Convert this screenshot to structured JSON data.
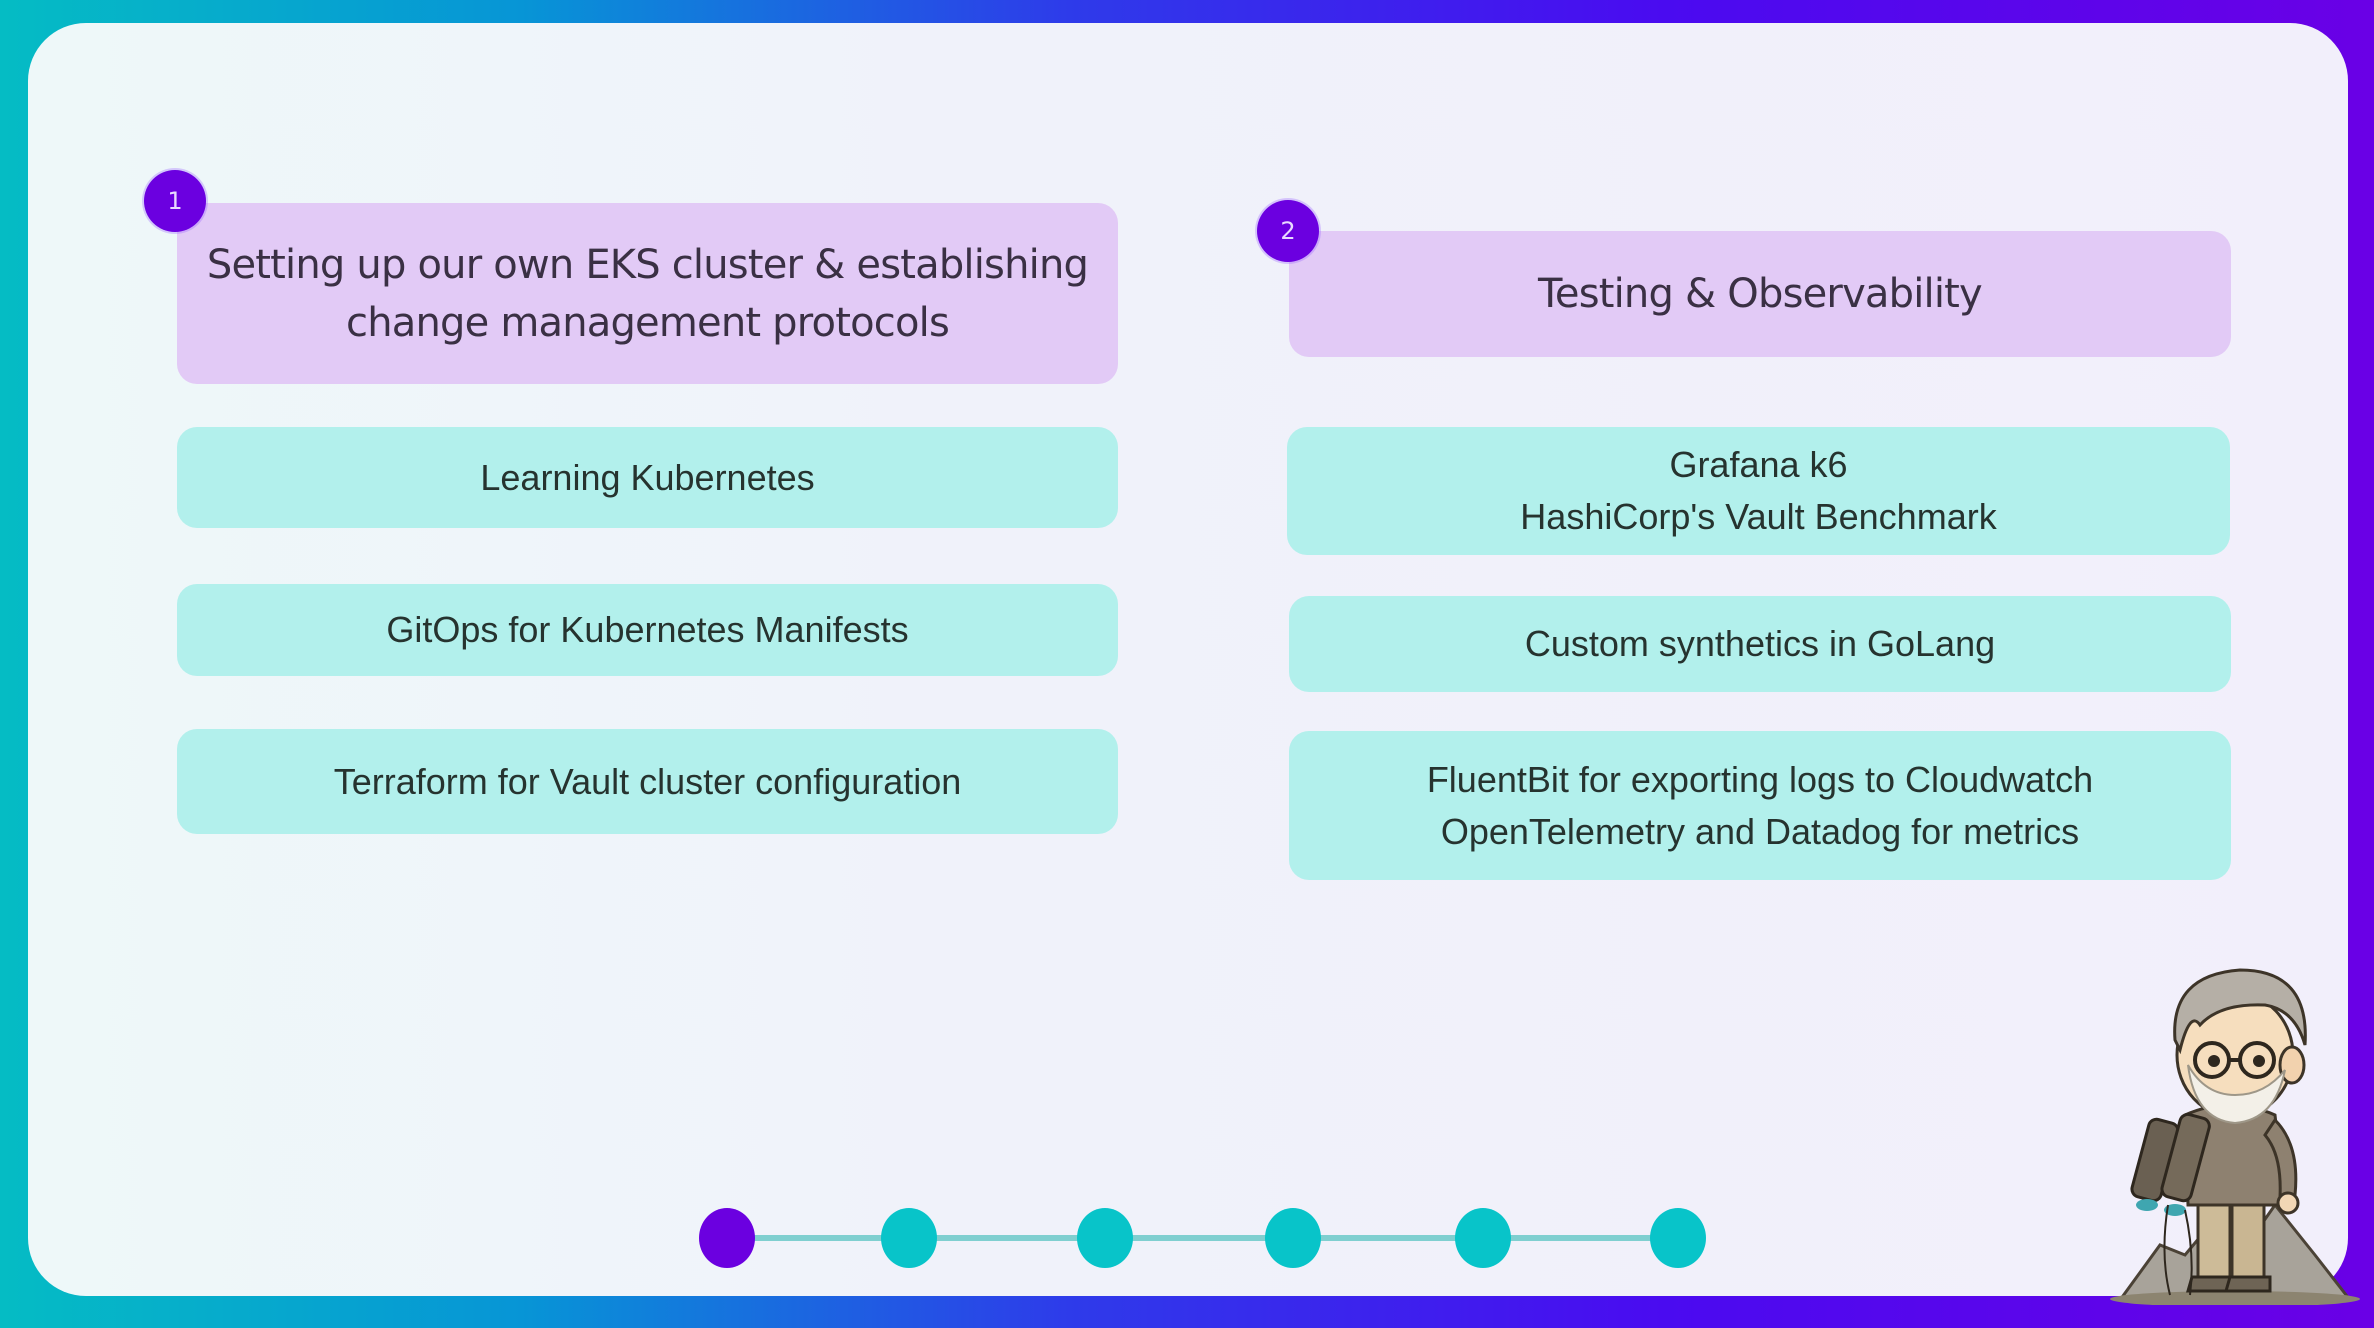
{
  "slide": {
    "sections": [
      {
        "number": "1",
        "title_lines": [
          "Setting up our own EKS cluster & establishing",
          "change management protocols"
        ],
        "items": [
          {
            "lines": [
              "Learning Kubernetes"
            ]
          },
          {
            "lines": [
              "GitOps for Kubernetes Manifests"
            ]
          },
          {
            "lines": [
              "Terraform for Vault cluster configuration"
            ]
          }
        ]
      },
      {
        "number": "2",
        "title_lines": [
          "Testing & Observability"
        ],
        "items": [
          {
            "lines": [
              "Grafana k6",
              "HashiCorp's Vault Benchmark"
            ]
          },
          {
            "lines": [
              "Custom synthetics in GoLang"
            ]
          },
          {
            "lines": [
              "FluentBit for exporting logs to Cloudwatch",
              "OpenTelemetry and Datadog for metrics"
            ]
          }
        ]
      }
    ],
    "progress": {
      "total_steps": 6,
      "current_step": 1
    },
    "mascot": "bearded-man-with-binoculars-illustration",
    "colors": {
      "accent_purple": "#6B00E0",
      "header_card": "#E2CAF6",
      "item_card": "#B2F0EC",
      "step_dot": "#08C4C9",
      "step_line": "#7FCFD0",
      "frame_gradient_start": "#05BCC4",
      "frame_gradient_end": "#6A00E6"
    }
  }
}
